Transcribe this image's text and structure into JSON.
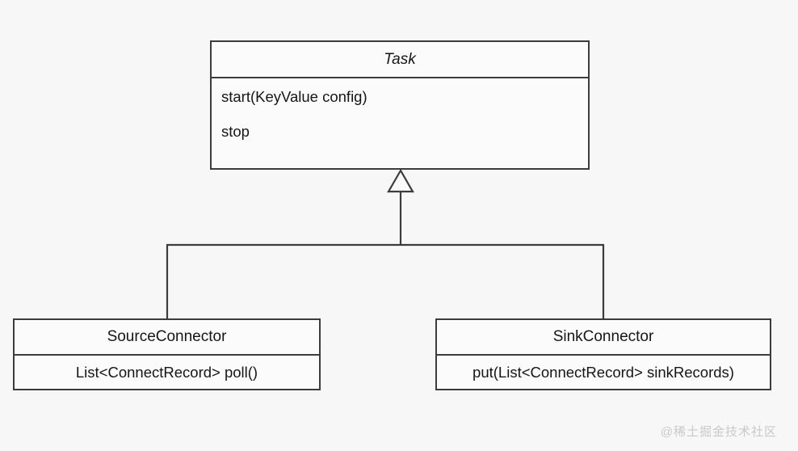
{
  "diagram": {
    "kind": "uml-class-diagram",
    "relationship": "generalization",
    "line_color": "#3c3c3c",
    "background_color": "#f7f7f7",
    "text_color": "#161616",
    "classes": [
      {
        "id": "task",
        "name": "Task",
        "abstract": true,
        "members": [
          "start(KeyValue config)",
          "stop"
        ]
      },
      {
        "id": "source_connector",
        "name": "SourceConnector",
        "abstract": false,
        "members": [
          "List<ConnectRecord> poll()"
        ]
      },
      {
        "id": "sink_connector",
        "name": "SinkConnector",
        "abstract": false,
        "members": [
          "put(List<ConnectRecord> sinkRecords)"
        ]
      }
    ]
  },
  "watermark": {
    "text": "@稀土掘金技术社区",
    "color": "#c9c9c9"
  }
}
